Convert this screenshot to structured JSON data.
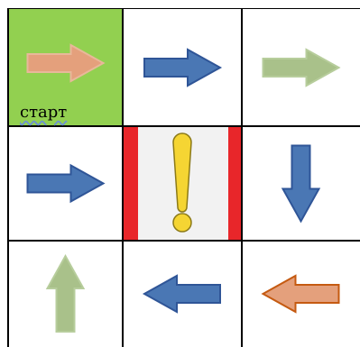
{
  "board": {
    "start_label": "старт",
    "colors": {
      "start_fill": "#92D050",
      "warning_background": "#F2F2F2",
      "warning_border": "#E8262A",
      "exclamation": "#F5D533",
      "exclamation_outline": "#8C7A18",
      "grid_lines": "#000000"
    },
    "cells": [
      {
        "row": 0,
        "col": 0,
        "kind": "start",
        "icon": "arrow-right-icon",
        "direction": "right",
        "color": "#E4A07C",
        "outline": "#E8B89A"
      },
      {
        "row": 0,
        "col": 1,
        "kind": "arrow",
        "icon": "arrow-right-icon",
        "direction": "right",
        "color": "#4A77B4",
        "outline": "#2F5597"
      },
      {
        "row": 0,
        "col": 2,
        "kind": "arrow",
        "icon": "arrow-right-icon",
        "direction": "right",
        "color": "#A9C18A",
        "outline": "#B7CD9C"
      },
      {
        "row": 1,
        "col": 0,
        "kind": "arrow",
        "icon": "arrow-right-icon",
        "direction": "right",
        "color": "#4A77B4",
        "outline": "#2F5597"
      },
      {
        "row": 1,
        "col": 1,
        "kind": "warning",
        "icon": "exclamation-icon"
      },
      {
        "row": 1,
        "col": 2,
        "kind": "arrow",
        "icon": "arrow-down-icon",
        "direction": "down",
        "color": "#4A77B4",
        "outline": "#2F5597"
      },
      {
        "row": 2,
        "col": 0,
        "kind": "arrow",
        "icon": "arrow-up-icon",
        "direction": "up",
        "color": "#A9C18A",
        "outline": "#B7CD9C"
      },
      {
        "row": 2,
        "col": 1,
        "kind": "arrow",
        "icon": "arrow-left-icon",
        "direction": "left",
        "color": "#4A77B4",
        "outline": "#2F5597"
      },
      {
        "row": 2,
        "col": 2,
        "kind": "arrow",
        "icon": "arrow-left-icon",
        "direction": "left",
        "color": "#E4A07C",
        "outline": "#C55A11"
      }
    ]
  }
}
